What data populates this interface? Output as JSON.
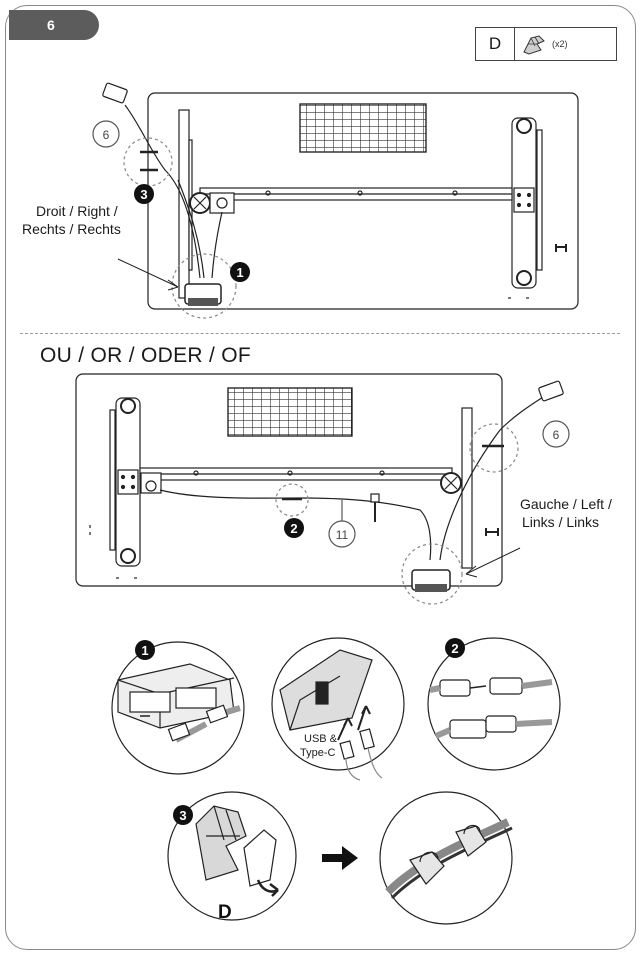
{
  "step": {
    "number": "6"
  },
  "parts": {
    "letter": "D",
    "icon": "cable-clip-icon",
    "quantity": "(x2)"
  },
  "top_diagram": {
    "side_label_lines": [
      "Droit / Right /",
      "Rechts / Rechts"
    ],
    "part_ref": "6",
    "callouts": [
      "3",
      "1"
    ]
  },
  "alternative": {
    "title": "OU / OR / ODER / OF"
  },
  "bottom_diagram": {
    "side_label_lines": [
      "Gauche / Left /",
      "Links / Links"
    ],
    "part_refs": [
      "6",
      "11"
    ],
    "callout": "2"
  },
  "details": [
    {
      "callout": "1"
    },
    {
      "label_lines": [
        "USB &",
        "Type-C"
      ]
    },
    {
      "callout": "2"
    },
    {
      "callout": "3",
      "letter": "D"
    }
  ],
  "colors": {
    "badge": "#5c5c5c",
    "line": "#222222",
    "callout_fill": "#111111"
  }
}
